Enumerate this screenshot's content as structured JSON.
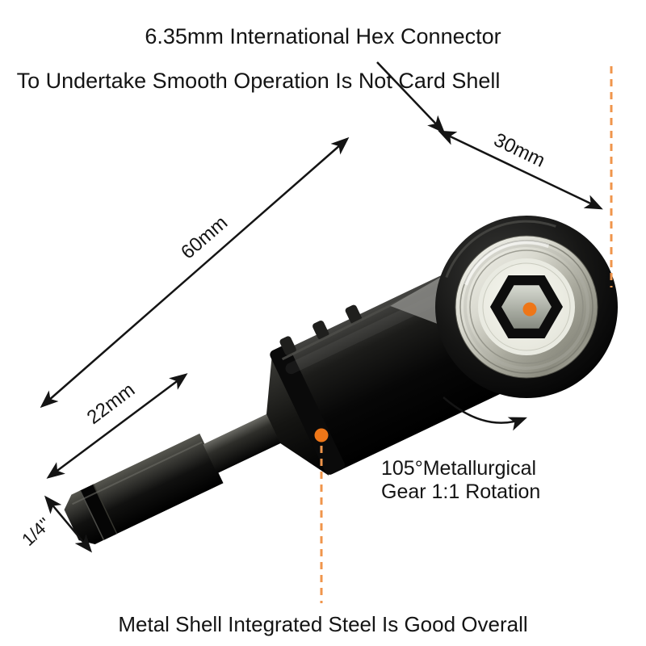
{
  "colors": {
    "ink": "#141414",
    "callout_line": "#F0954B",
    "dot_orange": "#EE7618"
  },
  "annotations": {
    "top_title": "6.35mm International Hex Connector",
    "subtitle": "To Undertake Smooth Operation Is Not Card Shell",
    "dim_30mm": "30mm",
    "dim_60mm": "60mm",
    "dim_22mm": "22mm",
    "dim_quarter_inch": "1/4''",
    "rotation_note_line1": "105°Metallurgical",
    "rotation_note_line2": "Gear 1:1 Rotation",
    "bottom_caption": "Metal Shell Integrated Steel Is Good Overall"
  }
}
